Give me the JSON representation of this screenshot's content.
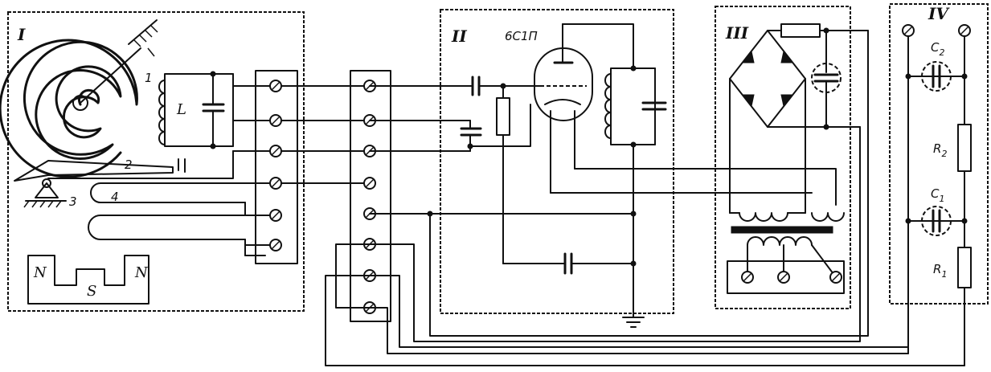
{
  "blocks": {
    "block_1": "I",
    "block_2": "II",
    "block_3": "III",
    "block_4": "IV"
  },
  "tube_label": "6С1П",
  "sensor": {
    "label_1": "1",
    "label_2": "2",
    "label_3": "3",
    "label_4": "4",
    "inductor": "L",
    "magnet_n_left": "N",
    "magnet_s": "S",
    "magnet_n_right": "N"
  },
  "block_4_labels": {
    "c2": "C",
    "c2_sub": "2",
    "r2": "R",
    "r2_sub": "2",
    "c1": "C",
    "c1_sub": "1",
    "r1": "R",
    "r1_sub": "1"
  }
}
